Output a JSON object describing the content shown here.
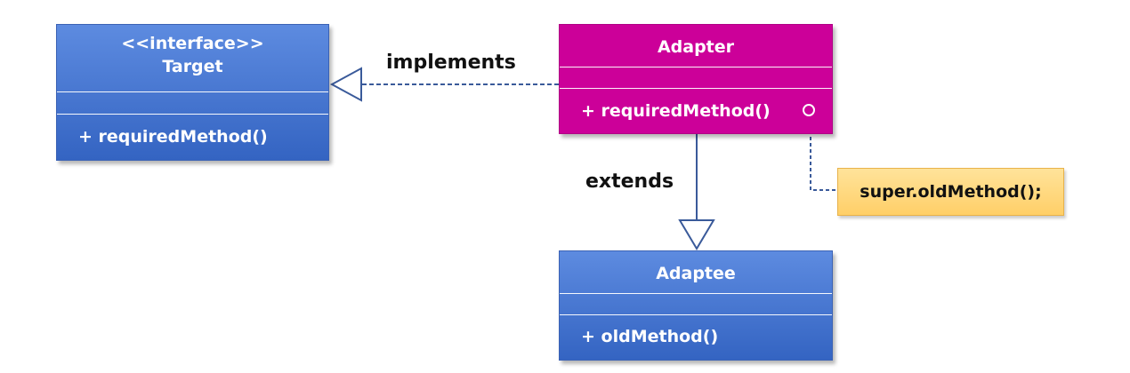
{
  "target": {
    "stereotype": "<<interface>>",
    "name": "Target",
    "method": "+ requiredMethod()"
  },
  "adapter": {
    "name": "Adapter",
    "method": "+ requiredMethod()"
  },
  "adaptee": {
    "name": "Adaptee",
    "method": "+ oldMethod()"
  },
  "relations": {
    "implements": "implements",
    "extends": "extends"
  },
  "note": {
    "text": "super.oldMethod();"
  },
  "colors": {
    "class_blue": "#4a78d4",
    "adapter_magenta": "#cc0099",
    "note_yellow": "#ffd878",
    "connector": "#3a5a9a"
  }
}
